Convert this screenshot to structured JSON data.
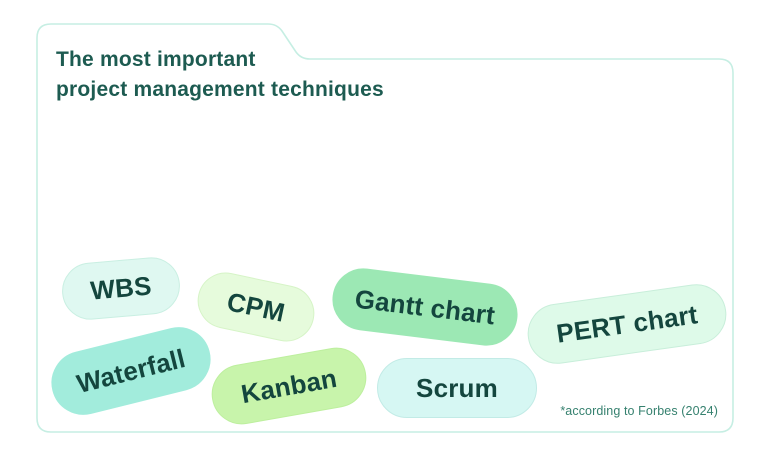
{
  "card": {
    "title_line1": "The most important",
    "title_line2": "project management techniques",
    "footnote": "*according to Forbes (2024)"
  },
  "pills": [
    {
      "label": "WBS",
      "fill": "#dff8f1",
      "border": "#c9efe2"
    },
    {
      "label": "CPM",
      "fill": "#e6fbdc",
      "border": "#d6f4c7"
    },
    {
      "label": "Gantt chart",
      "fill": "#9ce8b4",
      "border": "#9ce8b4"
    },
    {
      "label": "PERT chart",
      "fill": "#defae9",
      "border": "#c8eeda"
    },
    {
      "label": "Waterfall",
      "fill": "#a2ecdc",
      "border": "#a2ecdc"
    },
    {
      "label": "Kanban",
      "fill": "#c8f4ab",
      "border": "#bdef9e"
    },
    {
      "label": "Scrum",
      "fill": "#d6f7f3",
      "border": "#c2ebe6"
    }
  ],
  "colors": {
    "background": "#ffffff",
    "card_border": "#c6eee3",
    "title_text": "#1d5b51",
    "pill_text": "#14463e",
    "footnote_text": "#36816f"
  }
}
